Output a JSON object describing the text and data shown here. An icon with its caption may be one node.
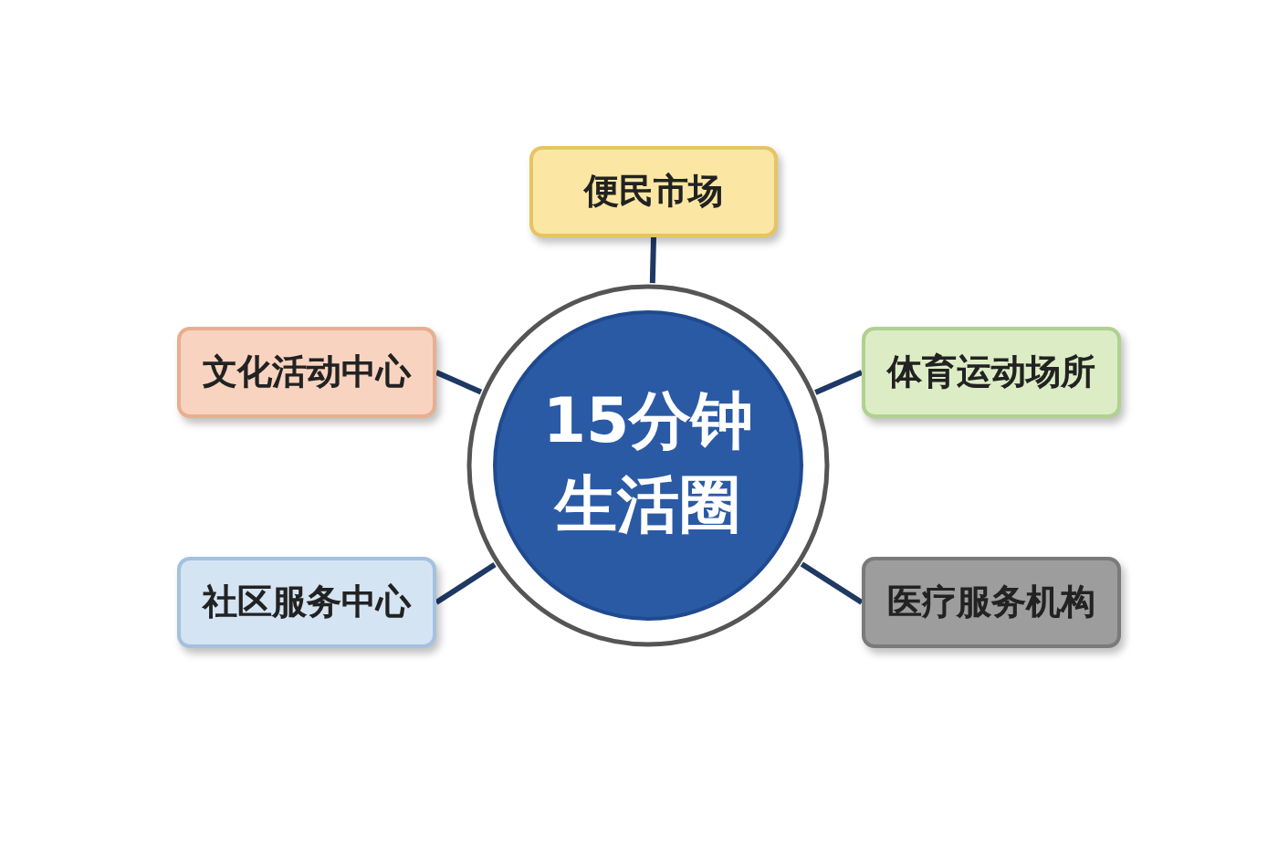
{
  "diagram": {
    "nodes": [
      {
        "text": [
          "便民市场"
        ]
      },
      {
        "text": [
          "文化活动中心"
        ]
      },
      {
        "text": [
          "15分钟生活圈"
        ]
      },
      {
        "text": [
          "体育运动场所"
        ]
      },
      {
        "text": [
          "社区服务中心"
        ]
      },
      {
        "text": [
          "医疗服务机构"
        ]
      }
    ],
    "edges": [
      {
        "from": 2,
        "to": 0,
        "arrow": "none"
      },
      {
        "from": 2,
        "to": 1,
        "arrow": "none"
      },
      {
        "from": 2,
        "to": 3,
        "arrow": "none"
      },
      {
        "from": 2,
        "to": 4,
        "arrow": "none"
      },
      {
        "from": 2,
        "to": 5,
        "arrow": "none"
      }
    ]
  }
}
